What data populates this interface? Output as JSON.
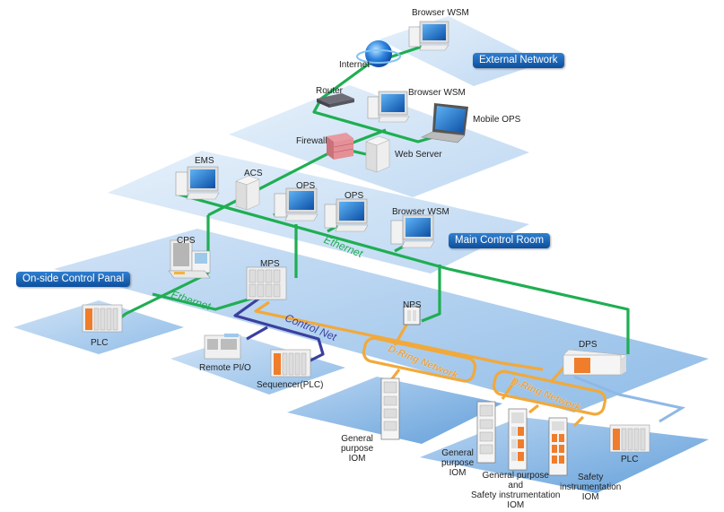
{
  "areas": {
    "external_network": "External Network",
    "main_control_room": "Main Control Room",
    "onside_control_panel": "On-side Control Panal"
  },
  "networks": {
    "ethernet_upper": "Ethernet",
    "ethernet_lower": "Ethernet",
    "control_net": "Control Net",
    "dring_1": "D-Ring Network",
    "dring_2": "D-Ring Network"
  },
  "devices": {
    "browser_wsm_top": "Browser WSM",
    "internet": "Internet",
    "router": "Router",
    "browser_wsm_mid": "Browser WSM",
    "mobile_ops": "Mobile OPS",
    "firewall": "Firewall",
    "web_server": "Web Server",
    "ems": "EMS",
    "acs": "ACS",
    "ops_1": "OPS",
    "ops_2": "OPS",
    "browser_wsm_mcr": "Browser WSM",
    "cps": "CPS",
    "mps": "MPS",
    "nps": "NPS",
    "dps": "DPS",
    "plc_left": "PLC",
    "remote_pio": "Remote PI/O",
    "sequencer_plc": "Sequencer(PLC)",
    "gp_iom_1": [
      "General",
      "purpose",
      "IOM"
    ],
    "gp_iom_2": [
      "General",
      "purpose",
      "IOM"
    ],
    "gp_safety_iom": [
      "General purpose",
      "and",
      "Safety instrumentation",
      "IOM"
    ],
    "safety_iom": [
      "Safety",
      "instrumentation",
      "IOM"
    ],
    "plc_right": "PLC"
  },
  "colors": {
    "ethernet": "#1fae52",
    "control_net": "#3b3f9e",
    "dring": "#f2a93b",
    "plane_light": "#cfe2f5",
    "plane_dark": "#6aa6dd",
    "badge": "#1a5fb4",
    "plc_link": "#8fb8e6"
  }
}
